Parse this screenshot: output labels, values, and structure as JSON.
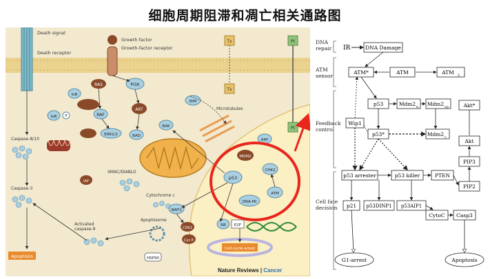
{
  "title": "细胞周期阻滞和凋亡相关通路图",
  "left_diagram": {
    "credit_journal": "Nature Reviews",
    "credit_section": "Cancer",
    "labels": {
      "death_signal": "Death signal",
      "death_receptor": "Death receptor",
      "growth_factor": "Growth factor",
      "growth_factor_receptor": "Growth-factor receptor",
      "ras": "RAS",
      "pi3k": "PI3K",
      "raf": "RAF",
      "akt": "AKT",
      "ikb_top": "IκB",
      "ikb": "IκB",
      "p": "P",
      "erk": "ERK1/2",
      "bad": "BAD",
      "bak": "BAK",
      "bim": "BIM",
      "caspase810": "Caspase-8/10",
      "smac": "SMAC/DIABLO",
      "cytc": "Cytochrome c",
      "caspase3": "Caspase-3",
      "apoptosome": "Apoptosome",
      "activated_casp9": "Activated\ncaspase-9",
      "apoptosis": "Apoptosis",
      "hsp90": "HSP90",
      "waf1": "WAF1",
      "cdk2": "CDK2",
      "cycline": "Cyc E",
      "rb": "RB",
      "e2f": "E2F",
      "cell_cycle_arrest": "Cell-cycle arrest",
      "microtubules": "Microtubules",
      "arf": "ARF",
      "mdm2": "MDM2",
      "chk2": "CHK2",
      "p53": "p53",
      "atm": "ATM",
      "dnapk": "DNA-PK",
      "tx": "Tx",
      "pt": "Pt",
      "iap": "IAP"
    }
  },
  "right_diagram": {
    "modules": {
      "dna_repair": "DNA\nrepair",
      "atm_sensor": "ATM\nsensor",
      "feedback_control": "Feedback\ncontrol",
      "cell_fate": "Cell fate\ndecision"
    },
    "nodes": {
      "ir": "IR",
      "dna_damage": "DNA Damage",
      "atm_star": "ATM*",
      "atm": "ATM",
      "atm2": "ATM",
      "atm2_sub": "2",
      "p53": "p53",
      "mdm2n": "Mdm2",
      "mdm2n_sub": "n",
      "mdm2cp": "Mdm2",
      "mdm2cp_sub": "cp",
      "akt_star": "Akt*",
      "wip1": "Wip1",
      "p53_star": "p53*",
      "mdm2c": "Mdm2",
      "mdm2c_sub": "c",
      "akt": "Akt",
      "pip3": "PIP3",
      "p53_arrester": "p53 arrester",
      "p53_killer": "p53 killer",
      "pten": "PTEN",
      "pip2": "PIP2",
      "p21": "p21",
      "p53dinp1": "p53DINP1",
      "p53aip1": "p53AIP1",
      "cytoc": "CytoC",
      "casp3": "Casp3",
      "g1_arrest": "G1-arrest",
      "apoptosis": "Apoptosis"
    }
  },
  "colors": {
    "cytoplasm": "#f3e9cf",
    "nucleus": "#fbefc4",
    "membrane": "#e9cf8c",
    "protein_blue": "#a9cfe0",
    "protein_brown": "#8a4a2a",
    "mito_orange": "#f1b24c",
    "highlight_red": "#e8261c",
    "apoptosis_orange": "#e98a2c"
  }
}
